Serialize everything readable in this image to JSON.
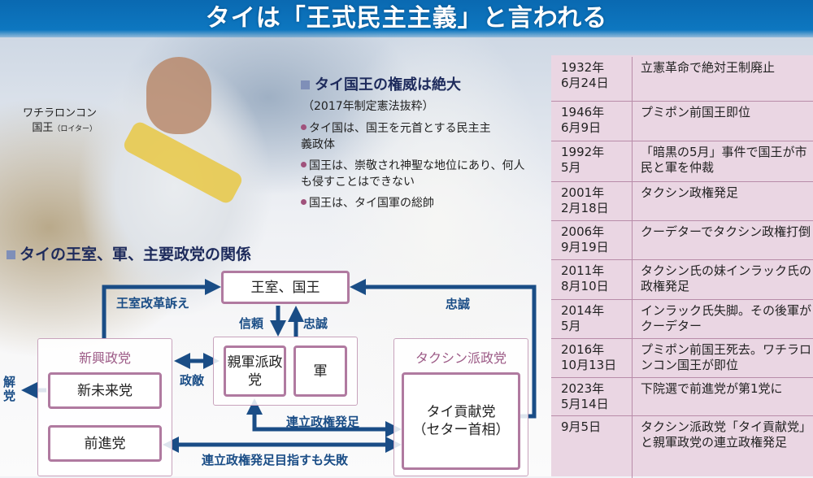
{
  "title": "タイは「王式民主主義」と言われる",
  "photo_caption": {
    "name": "ワチラロンコン",
    "role": "国王",
    "credit": "（ロイター）"
  },
  "authority": {
    "heading": "タイ国王の権威は絶大",
    "source": "（2017年制定憲法抜粋）",
    "points": [
      "タイ国は、国王を元首とする民主主義政体",
      "国王は、崇敬され神聖な地位にあり、何人も侵すことはできない",
      "国王は、タイ国軍の総帥"
    ]
  },
  "diagram": {
    "heading": "タイの王室、軍、主要政党の関係",
    "royal": "王室、国王",
    "center_group": {
      "pro_military": "親軍派政党",
      "military": "軍"
    },
    "emerging": {
      "heading": "新興政党",
      "parties": [
        "新未来党",
        "前進党"
      ]
    },
    "thaksin": {
      "heading": "タクシン派政党",
      "party": "タイ貢献党",
      "pm": "（セター首相）"
    },
    "labels": {
      "reform": "王室改革訴え",
      "loyalty_right": "忠誠",
      "trust": "信頼",
      "loyalty_center": "忠誠",
      "enemy": "政敵",
      "dissolved": "解党",
      "coalition": "連立政権発足",
      "coalition_failed": "連立政権発足目指すも失敗"
    }
  },
  "timeline": [
    {
      "date": "1932年\n6月24日",
      "event": "立憲革命で絶対王制廃止"
    },
    {
      "date": "1946年\n6月9日",
      "event": "プミポン前国王即位"
    },
    {
      "date": "1992年\n5月",
      "event": "「暗黒の5月」事件で国王が市民と軍を仲裁"
    },
    {
      "date": "2001年\n2月18日",
      "event": "タクシン政権発足"
    },
    {
      "date": "2006年\n9月19日",
      "event": "クーデターでタクシン政権打倒"
    },
    {
      "date": "2011年\n8月10日",
      "event": "タクシン氏の妹インラック氏の政権発足"
    },
    {
      "date": "2014年\n5月",
      "event": "インラック氏失脚。その後軍がクーデター"
    },
    {
      "date": "2016年\n10月13日",
      "event": "プミポン前国王死去。ワチラロンコン国王が即位"
    },
    {
      "date": "2023年\n5月14日",
      "event": "下院選で前進党が第1党に"
    },
    {
      "date": "9月5日",
      "event": "タクシン派政党「タイ貢献党」と親軍政党の連立政権発足"
    }
  ]
}
